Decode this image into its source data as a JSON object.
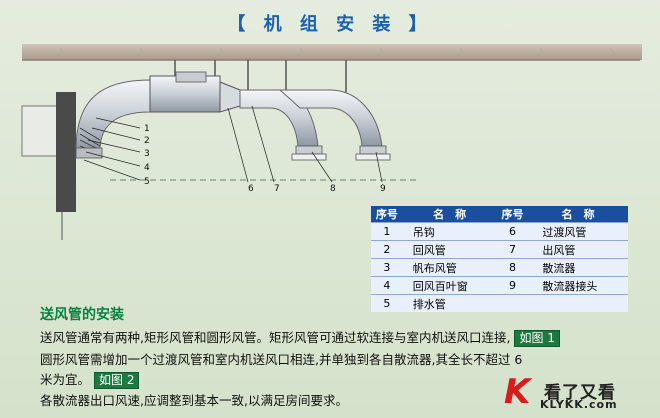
{
  "title": "【 机 组 安 装 】",
  "callouts": [
    "1",
    "2",
    "3",
    "4",
    "5",
    "6",
    "7",
    "8",
    "9"
  ],
  "legend": {
    "headers": [
      "序号",
      "名　称",
      "序号",
      "名　称"
    ],
    "rows": [
      [
        "1",
        "吊钩",
        "6",
        "过渡风管"
      ],
      [
        "2",
        "回风管",
        "7",
        "出风管"
      ],
      [
        "3",
        "帆布风管",
        "8",
        "散流器"
      ],
      [
        "4",
        "回风百叶窗",
        "9",
        "散流器接头"
      ],
      [
        "5",
        "排水管",
        "",
        ""
      ]
    ]
  },
  "section": {
    "title": "送风管的安装",
    "line1": "送风管通常有两种,矩形风管和圆形风管。矩形风管可通过软连接与室内机送风口连接,",
    "link1": "如图 1",
    "line2": "圆形风管需增加一个过渡风管和室内机送风口相连,并单独到各自散流器,其全长不超过 6",
    "line3": "米为宜。",
    "link2": "如图 2",
    "line4": "各散流器出口风速,应调整到基本一致,以满足房间要求。"
  },
  "logo": {
    "mark": "K",
    "name": "看了又看",
    "url": "KLYKK.com"
  },
  "colors": {
    "title": "#1c60b0",
    "table_header": "#1a4fa0",
    "section_title": "#0a8040",
    "link_bg": "#1c7a40",
    "logo_red": "#d81c1c"
  }
}
